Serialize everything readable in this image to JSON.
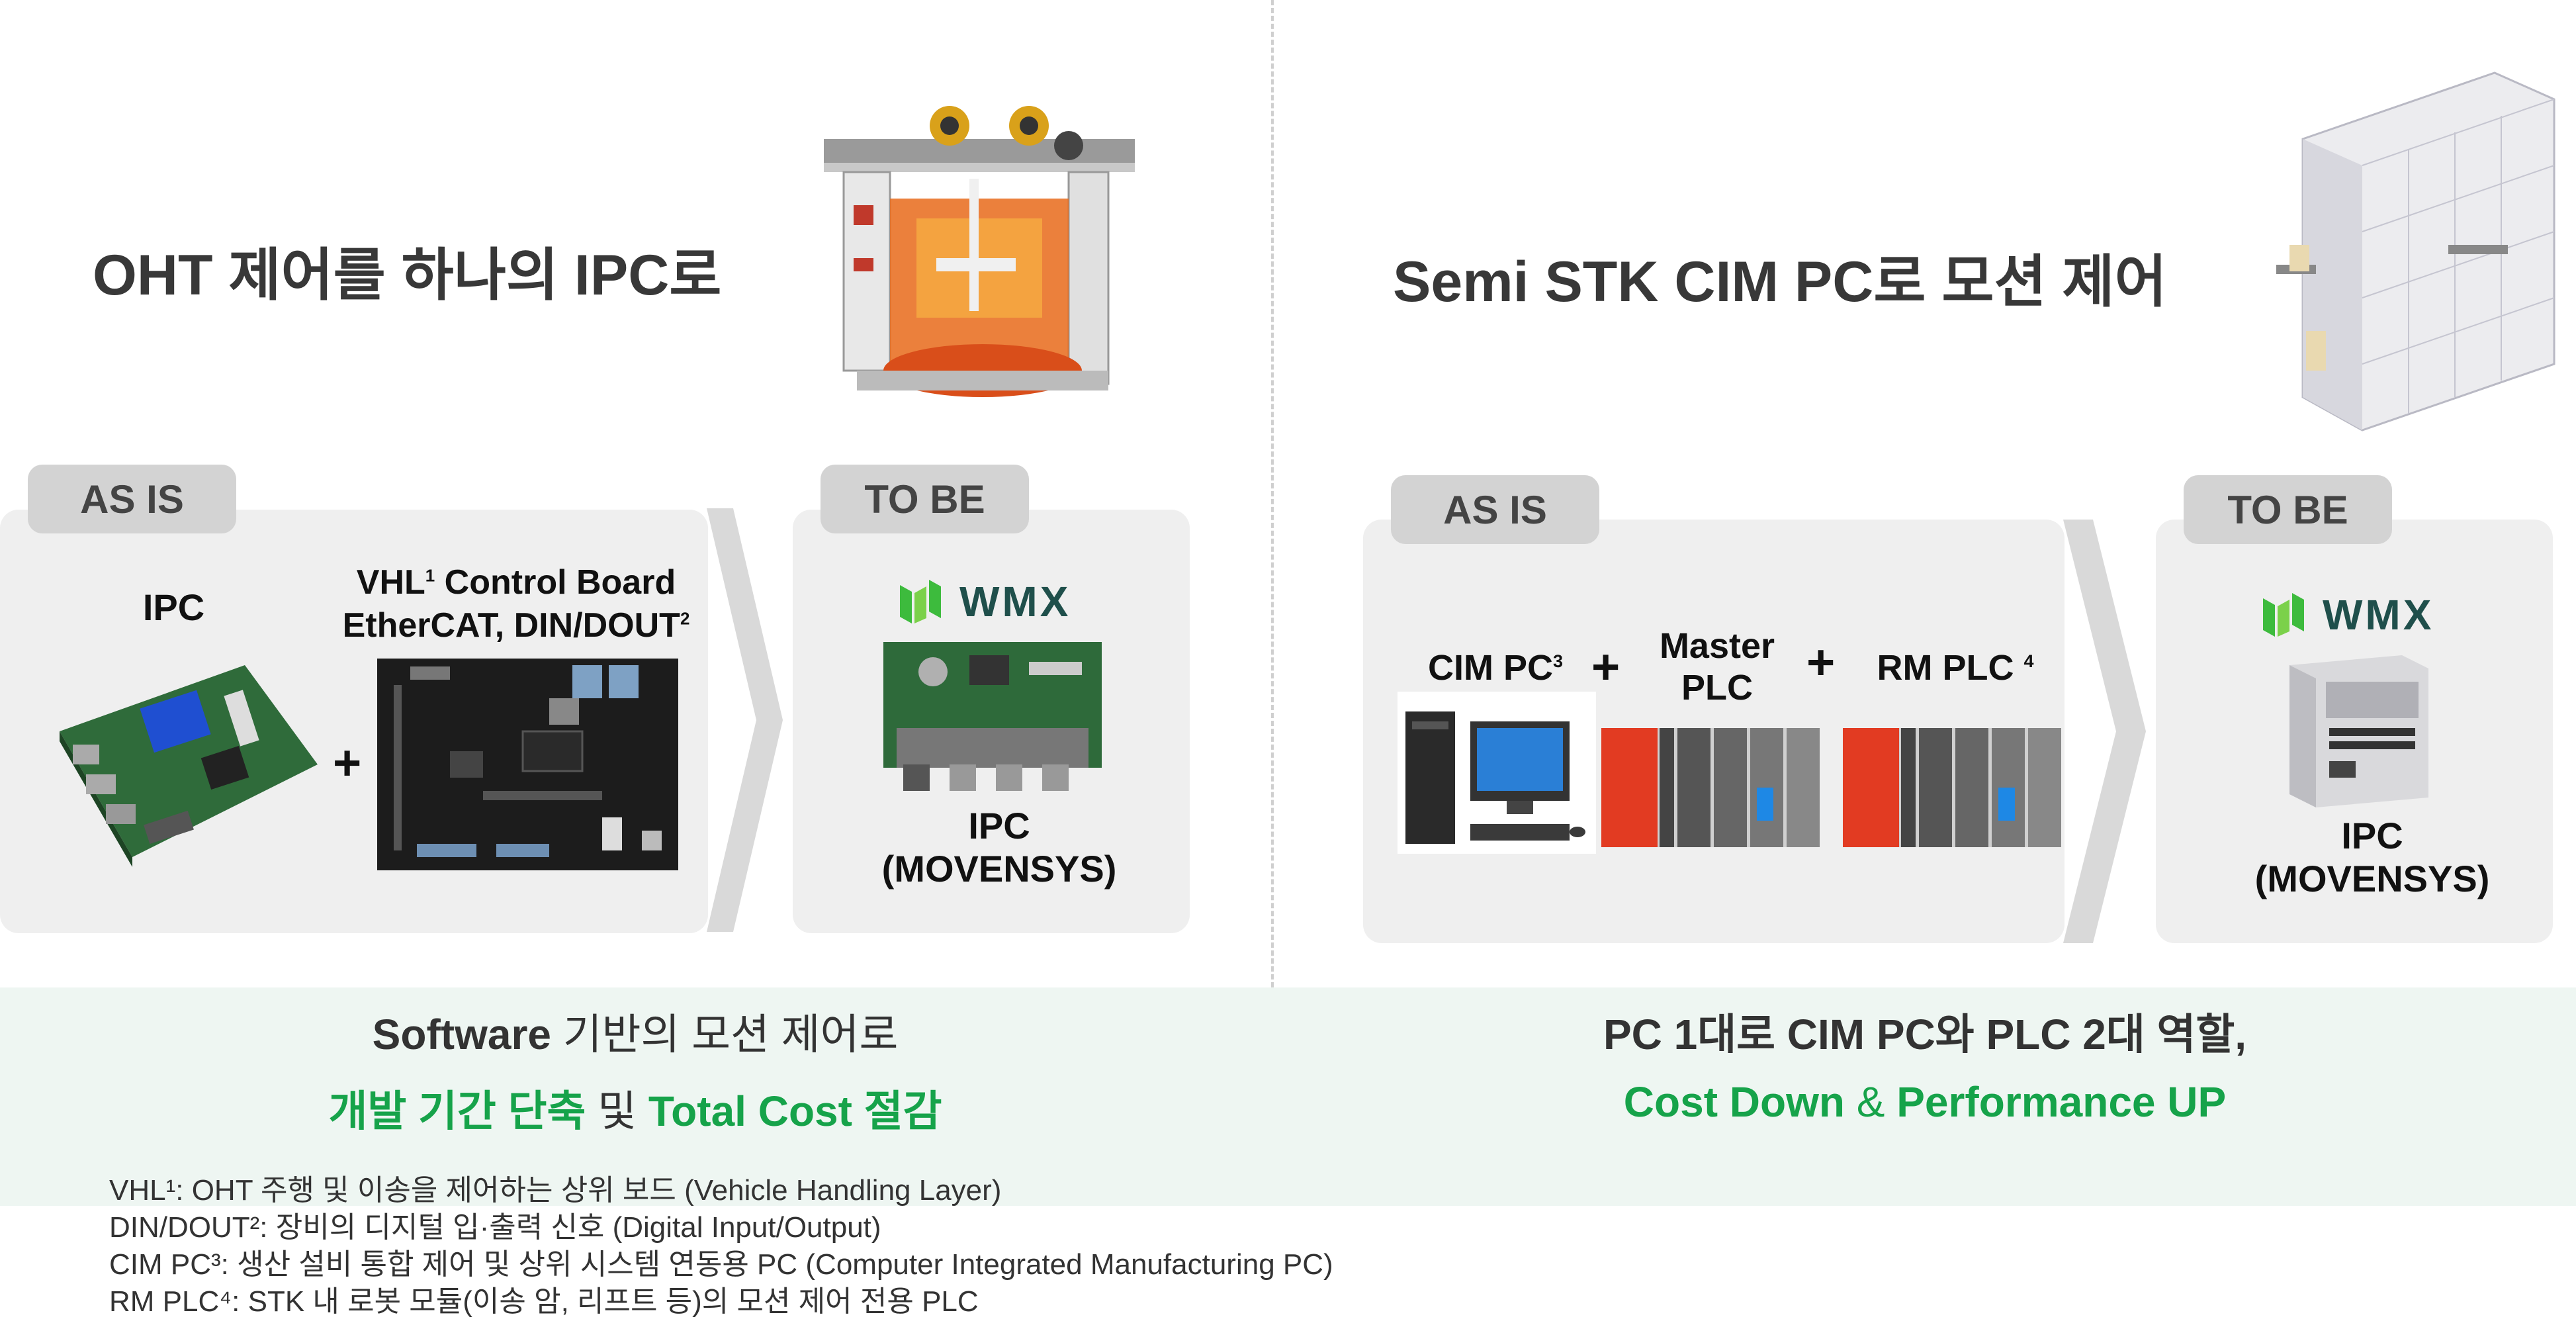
{
  "left": {
    "title": "OHT 제어를 하나의 IPC로",
    "as_is": {
      "tag": "AS IS",
      "ipc_label": "IPC",
      "board_line1": "VHL",
      "board_line1_sup": "1",
      "board_line1_rest": " Control Board",
      "board_line2": "EtherCAT, DIN/DOUT",
      "board_line2_sup": "2",
      "plus": "+"
    },
    "to_be": {
      "tag": "TO BE",
      "logo": "WMX",
      "ipc_line1": "IPC",
      "ipc_line2": "(MOVENSYS)"
    },
    "summary": {
      "line1_a": "Software",
      "line1_b": " 기반의 모션 제어로",
      "line2_a": "개발 기간 단축",
      "line2_b": " 및 ",
      "line2_c": "Total Cost",
      "line2_d": " 절감"
    }
  },
  "right": {
    "title": "Semi STK CIM PC로 모션 제어",
    "as_is": {
      "tag": "AS IS",
      "cim_label": "CIM PC",
      "cim_sup": "3",
      "master_line1": "Master",
      "master_line2": "PLC",
      "rm_label": "RM PLC ",
      "rm_sup": "4",
      "plus": "+"
    },
    "to_be": {
      "tag": "TO BE",
      "logo": "WMX",
      "ipc_line1": "IPC",
      "ipc_line2": "(MOVENSYS)"
    },
    "summary": {
      "line1": "PC 1대로 CIM PC와 PLC 2대 역할,",
      "line2_a": "Cost Down",
      "line2_b": " & ",
      "line2_c": "Performance UP"
    }
  },
  "footnotes": [
    "VHL¹: OHT 주행 및 이송을 제어하는 상위 보드 (Vehicle Handling Layer)",
    "DIN/DOUT²: 장비의 디지털 입·출력 신호 (Digital Input/Output)",
    "CIM PC³: 생산 설비 통합 제어 및 상위 시스템 연동용 PC (Computer Integrated Manufacturing PC)",
    "RM PLC⁴: STK 내 로봇 모듈(이송 암, 리프트 등)의 모션 제어 전용 PLC"
  ],
  "colors": {
    "accent_green": "#16a34a",
    "wmx_logo_green": "#3dbb3d",
    "wmx_logo_text": "#1f4f4b",
    "panel_bg": "#efefef",
    "tag_bg": "#d3d3d3",
    "summary_bg": "#eef6f2",
    "plc_red": "#e23b22"
  }
}
